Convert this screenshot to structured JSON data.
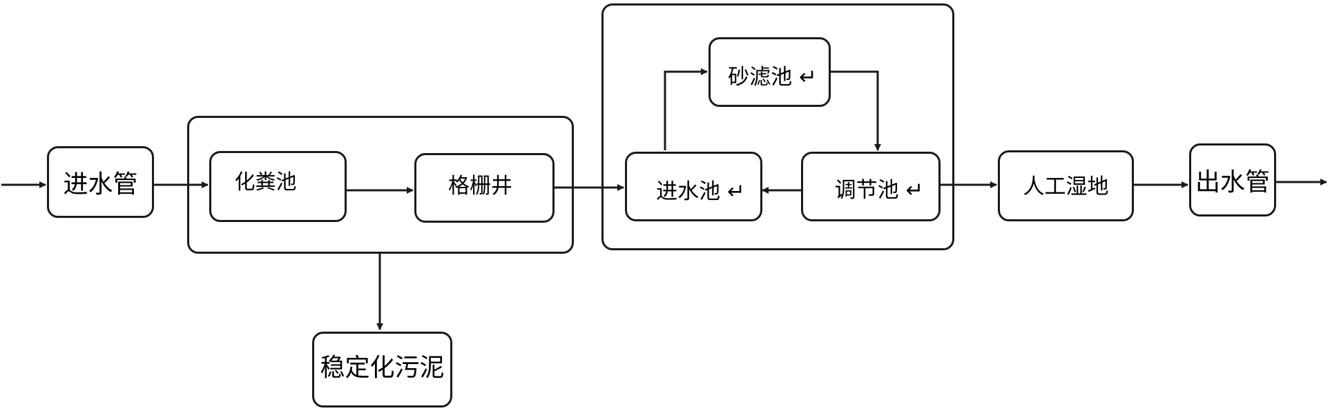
{
  "diagram": {
    "nodes": {
      "inlet_pipe": "进水管",
      "septic_tank": "化粪池",
      "grid_well": "格栅井",
      "sand_filter": "砂滤池 ↵",
      "inlet_tank": "进水池 ↵",
      "regulating_tank": "调节池 ↵",
      "constructed_wetland": "人工湿地",
      "outlet_pipe": "出水管",
      "stabilized_sludge": "稳定化污泥"
    },
    "colors": {
      "stroke": "#1a1a1a",
      "background": "#ffffff",
      "text": "#000000"
    }
  }
}
